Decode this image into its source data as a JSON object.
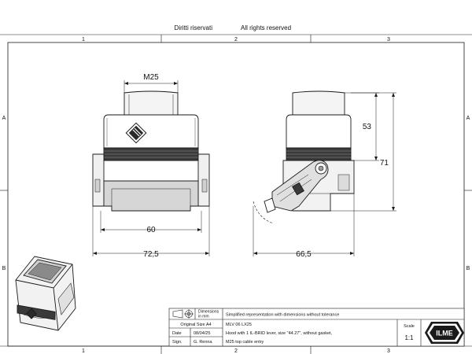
{
  "header": {
    "rights_it": "Diritti riservati",
    "rights_en": "All rights reserved"
  },
  "ruler": {
    "top": [
      "1",
      "2",
      "3"
    ],
    "bottom": [
      "1",
      "2",
      "3"
    ],
    "left": [
      "A",
      "B"
    ],
    "right": [
      "A",
      "B"
    ]
  },
  "dimensions": {
    "thread": "M25",
    "width_inner": "60",
    "width_outer": "72,5",
    "depth": "66,5",
    "height_upper": "53",
    "height_total": "71"
  },
  "title_block": {
    "dimensions_note_line1": "Dimensions",
    "dimensions_note_line2": "in mm",
    "representation_note": "Simplified representation with dimensions without tolerance",
    "original_size_label": "Original Size A4",
    "date_label": "Date",
    "date_value": "08/04/25",
    "sign_label": "Sign.",
    "sign_value": "G. Renna",
    "code": "MLV 06 LX25",
    "description_line1": "Hood with 1 IL-BRID lever, size \"44.27\", without gasket,",
    "description_line2": "M25 top cable entry",
    "scale_label": "Scale",
    "scale_value": "1:1",
    "logo_text": "ILME"
  },
  "colors": {
    "line": "#1a1a1a",
    "shade": "#9a9a9a",
    "dark_band": "#3a3a3a",
    "fill_light": "#ffffff",
    "fill_mid": "#e6e6e6"
  }
}
